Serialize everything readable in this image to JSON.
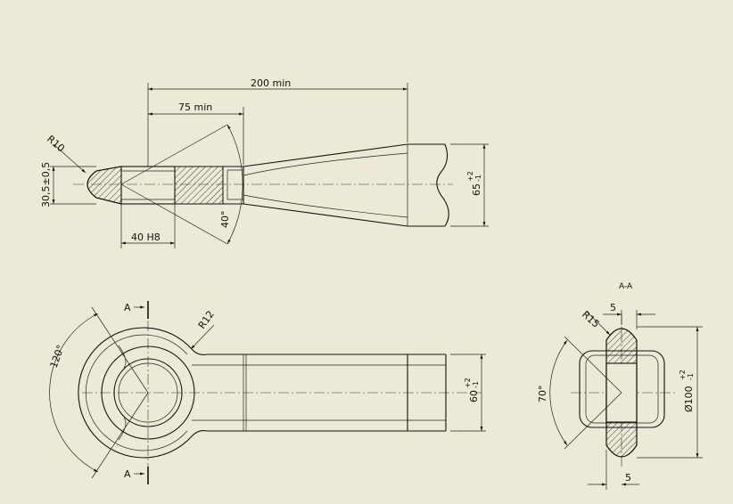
{
  "drawing": {
    "background": "#ecead6",
    "line_color": "#111111",
    "dimensions": {
      "length_200": "200 min",
      "length_75": "75 min",
      "radius_10": "R10",
      "height_30_5": "30,5±0,5",
      "bore_40": "40 H8",
      "angle_40": "40°",
      "height_65": "65",
      "height_65_tol_upper": "+2",
      "height_65_tol_lower": "-1",
      "radius_12": "R12",
      "angle_120": "120°",
      "height_60": "60",
      "height_60_tol_upper": "+2",
      "height_60_tol_lower": "-1",
      "section_label": "A-A",
      "cut_label_top": "A",
      "cut_label_bottom": "A",
      "radius_15": "R15",
      "width_5_top": "5",
      "width_5_bottom": "5",
      "angle_70": "70°",
      "diameter_100": "Ø100",
      "diameter_100_tol_upper": "+2",
      "diameter_100_tol_lower": "-1"
    }
  }
}
